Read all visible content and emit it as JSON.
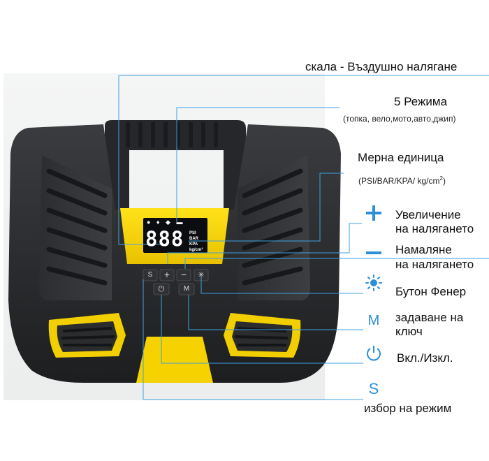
{
  "labels": {
    "scale": "скала - Въздушно налягане",
    "modes": "5 Режима",
    "modes_sub": "(топка, вело,мото,авто,джип)",
    "unit": "Мерна единица",
    "unit_sub": "(PSI/BAR/KPA/ kg/cm",
    "unit_sub_sup": "2",
    "unit_sub_end": ")",
    "increase_1": "Увеличение",
    "increase_2": "на налягането",
    "decrease_1": "Намаляне",
    "decrease_2": "на налягането",
    "light": "Бутон Фенер",
    "set_1": "задаване на",
    "set_2": "ключ",
    "power": "Вкл./Изкл.",
    "mode_select": "избор на режим"
  },
  "icons": {
    "m_letter": "M",
    "s_letter": "S"
  },
  "device": {
    "display_digits": "888",
    "units": [
      "PSI",
      "BAR",
      "KPA",
      "kg/cm²"
    ],
    "buttons": {
      "s": "S",
      "m": "M",
      "plus": "+",
      "minus": "−"
    }
  },
  "colors": {
    "accent": "#2d8fd6",
    "body": "#2a2c2e",
    "yellow": "#f4d000",
    "line": "#3fa2e0"
  }
}
